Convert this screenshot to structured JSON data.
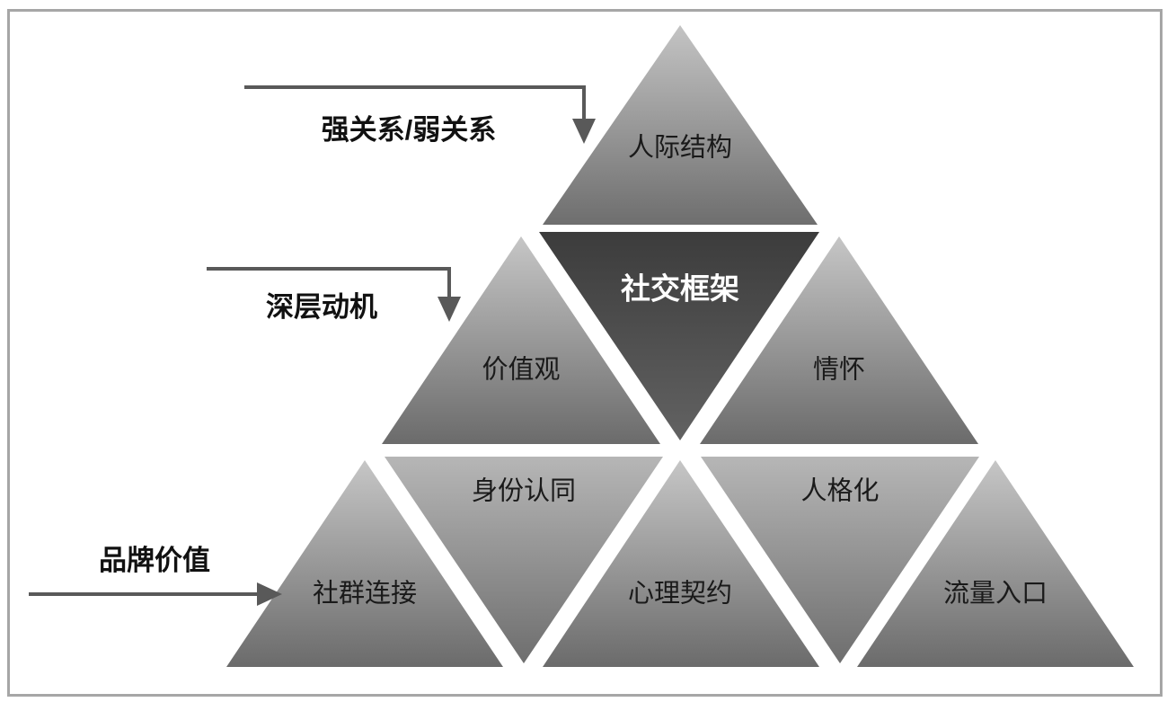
{
  "diagram": {
    "title": "社交框架",
    "type": "pyramid",
    "frame_color": "#a6a6a6",
    "background": "#ffffff",
    "center_fill_top": "#3f3f3f",
    "center_fill_bottom": "#5e5e5e",
    "tier_fill_top": "#c2c2c2",
    "tier_fill_bottom": "#6b6b6b",
    "arrow_color": "#595959",
    "levels": [
      {
        "index": 1,
        "name": "top",
        "cells": [
          {
            "id": "cell-top-1",
            "label": "人际结构",
            "shape": "upright"
          }
        ]
      },
      {
        "index": 2,
        "name": "middle",
        "cells": [
          {
            "id": "cell-mid-1",
            "label": "价值观",
            "shape": "upright"
          },
          {
            "id": "cell-mid-2",
            "label": "社交框架",
            "shape": "inverted",
            "emphasis": true
          },
          {
            "id": "cell-mid-3",
            "label": "情怀",
            "shape": "upright"
          }
        ]
      },
      {
        "index": 3,
        "name": "bottom",
        "cells": [
          {
            "id": "cell-bot-1",
            "label": "社群连接",
            "shape": "upright"
          },
          {
            "id": "cell-bot-2",
            "label": "身份认同",
            "shape": "inverted"
          },
          {
            "id": "cell-bot-3",
            "label": "心理契约",
            "shape": "upright"
          },
          {
            "id": "cell-bot-4",
            "label": "人格化",
            "shape": "inverted"
          },
          {
            "id": "cell-bot-5",
            "label": "流量入口",
            "shape": "upright"
          }
        ]
      }
    ],
    "annotations": [
      {
        "id": "annotation-1",
        "label": "强关系/弱关系",
        "arrow": "elbow-down",
        "targets_level": 1
      },
      {
        "id": "annotation-2",
        "label": "深层动机",
        "arrow": "elbow-down",
        "targets_level": 2
      },
      {
        "id": "annotation-3",
        "label": "品牌价值",
        "arrow": "straight-right",
        "targets_level": 3
      }
    ]
  }
}
